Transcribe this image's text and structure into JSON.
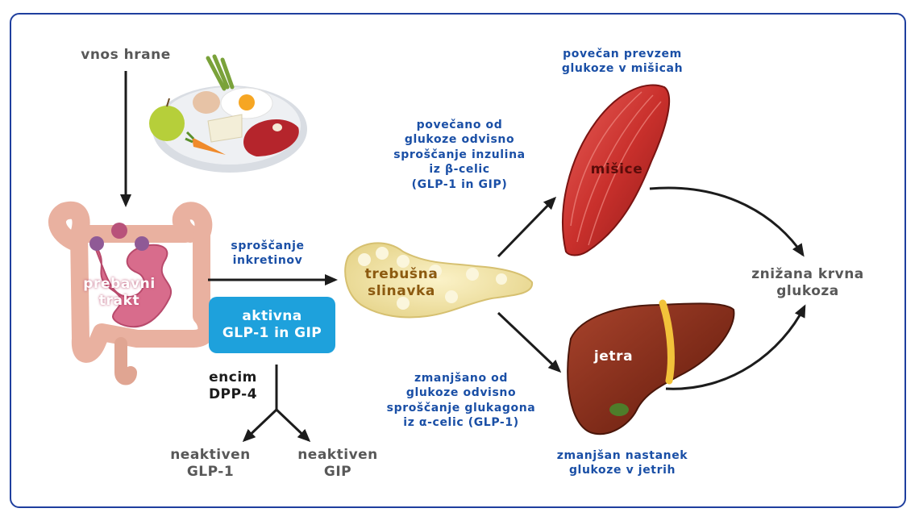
{
  "colors": {
    "frame": "#1f3f9e",
    "glp_box": "#1ea1dc",
    "blue_text": "#1a4fa6",
    "gray_text": "#585858"
  },
  "labels": {
    "food_intake": "vnos hrane",
    "gut": [
      "prebavni",
      "trakt"
    ],
    "incretin_release": [
      "sproščanje",
      "inkretinov"
    ],
    "active": [
      "aktivna",
      "GLP-1 in GIP"
    ],
    "enzyme": [
      "encim",
      "DPP-4"
    ],
    "inactive_glp1": [
      "neaktiven",
      "GLP-1"
    ],
    "inactive_gip": [
      "neaktiven",
      "GIP"
    ],
    "pancreas": [
      "trebušna",
      "slinavka"
    ],
    "insulin": [
      "povečano od",
      "glukoze odvisno",
      "sproščanje inzulina",
      "iz β-celic",
      "(GLP-1 in GIP)"
    ],
    "glucagon": [
      "zmanjšano od",
      "glukoze odvisno",
      "sproščanje glukagona",
      "iz α-celic (GLP-1)"
    ],
    "muscle_uptake": [
      "povečan prevzem",
      "glukoze v mišicah"
    ],
    "muscle": "mišice",
    "liver": "jetra",
    "liver_production": [
      "zmanjšan nastanek",
      "glukoze v jetrih"
    ],
    "result": [
      "znižana krvna",
      "glukoza"
    ]
  }
}
